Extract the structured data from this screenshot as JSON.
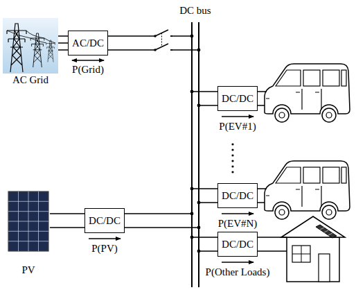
{
  "diagram": {
    "nodes": [
      {
        "text": [
          "DC bus"
        ]
      },
      {
        "text": [
          "AC Grid"
        ]
      },
      {
        "text": [
          "AC/DC"
        ]
      },
      {
        "text": [
          "DC/DC"
        ]
      },
      {
        "text": [
          "DC/DC"
        ]
      },
      {
        "text": [
          "PV"
        ]
      },
      {
        "text": [
          "DC/DC"
        ]
      },
      {
        "text": [
          "DC/DC"
        ]
      }
    ],
    "edges": [
      {
        "from": 1,
        "to": 2,
        "arrow": "none"
      },
      {
        "from": 2,
        "to": 0,
        "arrow": "none"
      },
      {
        "from": 0,
        "to": 3,
        "arrow": "none"
      },
      {
        "from": 0,
        "to": 4,
        "arrow": "none"
      },
      {
        "from": 5,
        "to": 6,
        "arrow": "none"
      },
      {
        "from": 6,
        "to": 0,
        "arrow": "none"
      },
      {
        "from": 0,
        "to": 7,
        "arrow": "none"
      }
    ],
    "labels": [
      "P(Grid)",
      "P(EV#1)",
      "P(EV#N)",
      "P(PV)",
      "P(Other Loads)"
    ]
  }
}
